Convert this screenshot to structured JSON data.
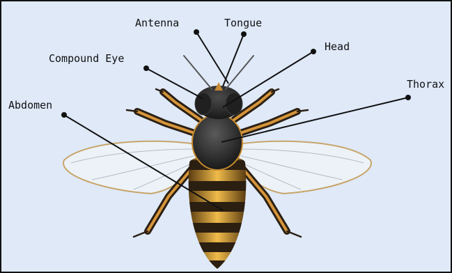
{
  "labels": {
    "antenna": "Antenna",
    "tongue": "Tongue",
    "head": "Head",
    "compound_eye": "Compound Eye",
    "thorax": "Thorax",
    "abdomen": "Abdomen"
  },
  "colors": {
    "background": "#dfe9f8",
    "frame": "#111111",
    "leader_line": "#111111",
    "stripe_gold": "#e0a63a",
    "stripe_dark": "#2b1f12",
    "thorax": "#2a2a2a",
    "wing": "#eef3f7"
  }
}
